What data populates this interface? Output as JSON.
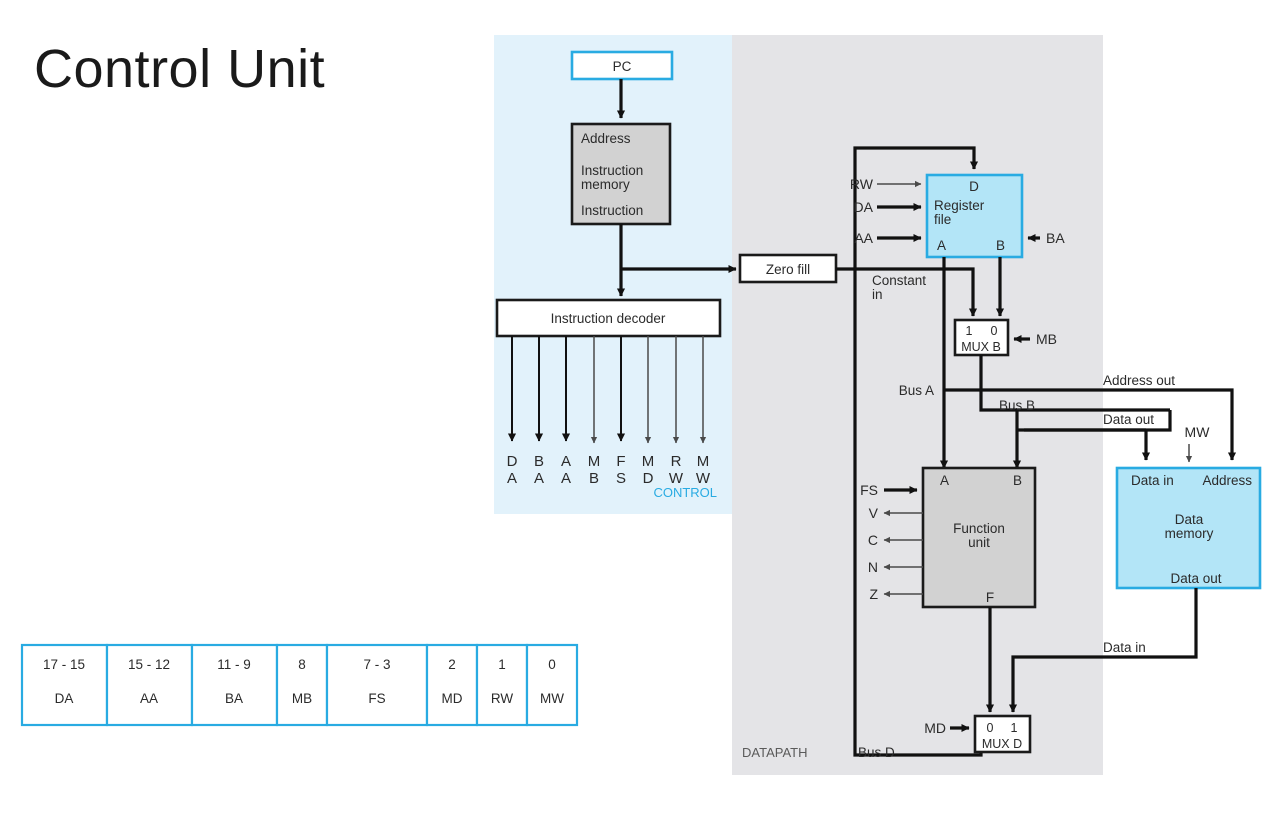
{
  "slide": {
    "title": "Control Unit"
  },
  "panels": {
    "control": {
      "tag": "CONTROL",
      "tag_color": "#29abe2",
      "bg": "#e2f2fb"
    },
    "datapath": {
      "tag": "DATAPATH",
      "tag_color": "#5a5a5a",
      "bg": "#e4e4e7"
    }
  },
  "control_unit": {
    "pc": {
      "label": "PC"
    },
    "instruction_memory": {
      "port_address": "Address",
      "name_line1": "Instruction",
      "name_line2": "memory",
      "port_instruction": "Instruction"
    },
    "instruction_decoder": {
      "label": "Instruction decoder"
    },
    "control_signals": [
      {
        "line1": "D",
        "line2": "A"
      },
      {
        "line1": "B",
        "line2": "A"
      },
      {
        "line1": "A",
        "line2": "A"
      },
      {
        "line1": "M",
        "line2": "B"
      },
      {
        "line1": "F",
        "line2": "S"
      },
      {
        "line1": "M",
        "line2": "D"
      },
      {
        "line1": "R",
        "line2": "W"
      },
      {
        "line1": "M",
        "line2": "W"
      }
    ]
  },
  "datapath": {
    "zero_fill": {
      "label": "Zero fill"
    },
    "constant_in": {
      "line1": "Constant",
      "line2": "in"
    },
    "register_file": {
      "port_d": "D",
      "name_line1": "Register",
      "name_line2": "file",
      "port_a": "A",
      "port_b": "B",
      "input_rw": "RW",
      "input_da": "DA",
      "input_aa": "AA",
      "input_ba": "BA"
    },
    "mux_b": {
      "sel_left": "1",
      "sel_right": "0",
      "label": "MUX B",
      "control": "MB"
    },
    "function_unit": {
      "port_a": "A",
      "port_b": "B",
      "name_line1": "Function",
      "name_line2": "unit",
      "port_f": "F",
      "input_fs": "FS",
      "flags": [
        "V",
        "C",
        "N",
        "Z"
      ]
    },
    "data_memory": {
      "port_data_in": "Data in",
      "port_address": "Address",
      "name_line1": "Data",
      "name_line2": "memory",
      "port_data_out": "Data out",
      "control": "MW"
    },
    "mux_d": {
      "sel_left": "0",
      "sel_right": "1",
      "label": "MUX D",
      "control": "MD"
    },
    "bus_labels": {
      "bus_a": "Bus A",
      "bus_b": "Bus B",
      "bus_d": "Bus D",
      "address_out": "Address out",
      "data_out": "Data out",
      "data_in": "Data in"
    }
  },
  "instruction_format": {
    "fields": [
      {
        "bits": "17 - 15",
        "name": "DA"
      },
      {
        "bits": "15 - 12",
        "name": "AA"
      },
      {
        "bits": "11 -  9",
        "name": "BA"
      },
      {
        "bits": "8",
        "name": "MB"
      },
      {
        "bits": "7 - 3",
        "name": "FS"
      },
      {
        "bits": "2",
        "name": "MD"
      },
      {
        "bits": "1",
        "name": "RW"
      },
      {
        "bits": "0",
        "name": "MW"
      }
    ]
  }
}
